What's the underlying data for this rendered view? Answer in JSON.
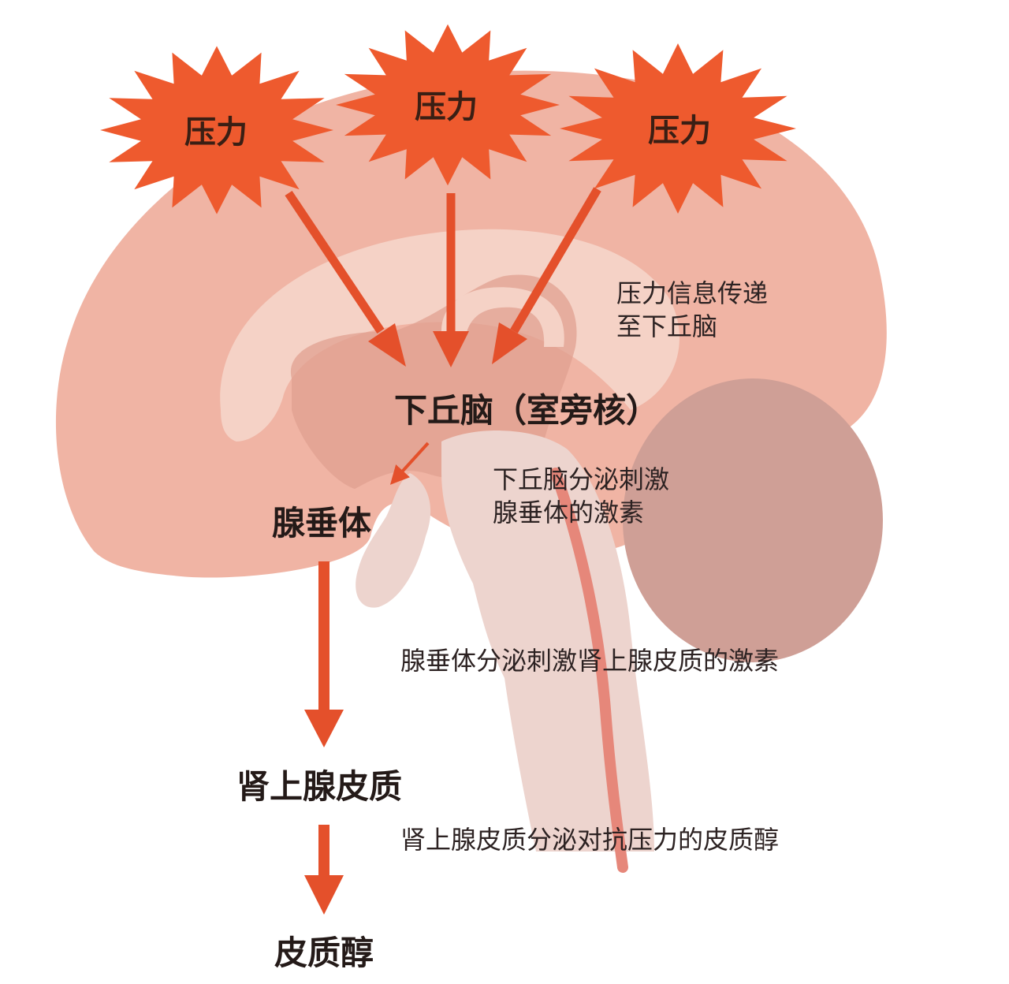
{
  "stress_bursts": [
    "压力",
    "压力",
    "压力"
  ],
  "labels": {
    "hypothalamus": "下丘脑（室旁核）",
    "pituitary": "腺垂体",
    "adrenal_cortex": "肾上腺皮质",
    "cortisol": "皮质醇"
  },
  "descriptions": {
    "signal_to_hypothalamus_line1": "压力信息传递",
    "signal_to_hypothalamus_line2": "至下丘脑",
    "hypothalamus_secretes_line1": "下丘脑分泌刺激",
    "hypothalamus_secretes_line2": "腺垂体的激素",
    "pituitary_secretes": "腺垂体分泌刺激肾上腺皮质的激素",
    "adrenal_secretes": "肾上腺皮质分泌对抗压力的皮质醇"
  },
  "colors": {
    "burst": "#ee5a2e",
    "arrow": "#e4502b",
    "cerebrum": "#f0b4a4",
    "inner_light": "#f5d2c6",
    "inner_mid": "#e0a090",
    "cerebellum": "#cf9f96",
    "brainstem": "#edd4ce",
    "spinal_line": "#e6877a"
  }
}
